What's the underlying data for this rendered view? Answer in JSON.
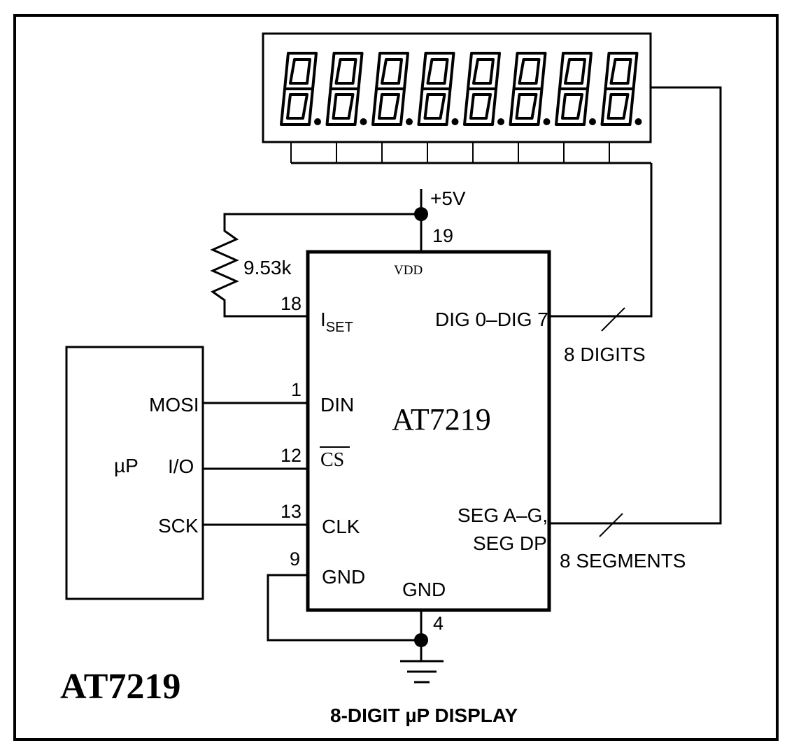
{
  "display": {
    "digit_count": 8,
    "digit_glyph": "8.",
    "segment_pattern": "seven-segment-with-decimal-point"
  },
  "ic": {
    "part_number": "AT7219",
    "pins": {
      "vdd": {
        "number": "19",
        "label": "VDD"
      },
      "iset": {
        "number": "18",
        "label": "I",
        "subscript": "SET"
      },
      "din": {
        "number": "1",
        "label": "DIN"
      },
      "cs": {
        "number": "12",
        "label": "CS",
        "overbar": true
      },
      "clk": {
        "number": "13",
        "label": "CLK"
      },
      "gnd_left": {
        "number": "9",
        "label": "GND"
      },
      "gnd_bottom": {
        "number": "4",
        "label": "GND"
      },
      "dig": {
        "label": "DIG 0–DIG 7"
      },
      "seg_line1": "SEG A–G,",
      "seg_line2": "SEG DP"
    }
  },
  "power": {
    "label": "+5V"
  },
  "resistor": {
    "value": "9.53k"
  },
  "microcontroller": {
    "label": "µP",
    "pins": {
      "mosi": "MOSI",
      "io": "I/O",
      "sck": "SCK"
    }
  },
  "buses": {
    "digits": "8 DIGITS",
    "segments": "8 SEGMENTS"
  },
  "footer": {
    "part_label": "AT7219",
    "caption": "8-DIGIT µP DISPLAY"
  }
}
